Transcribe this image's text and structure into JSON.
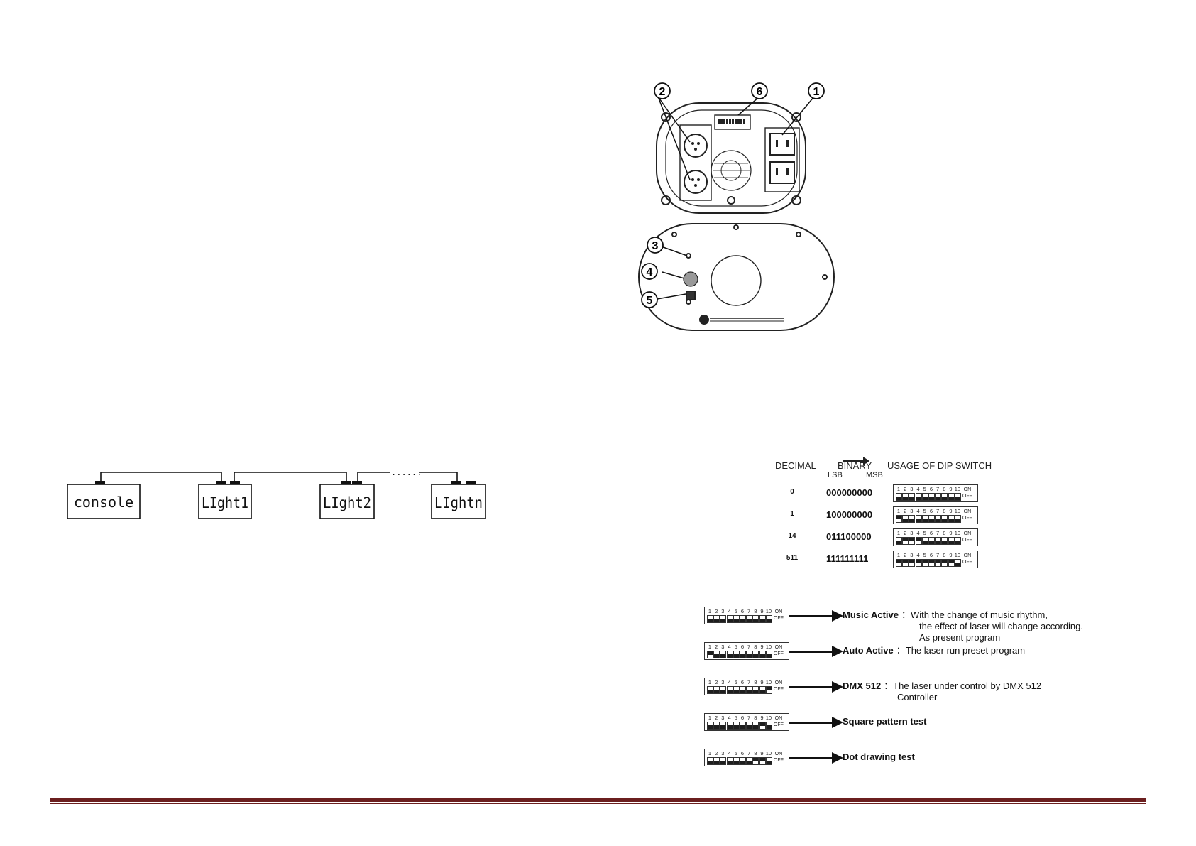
{
  "device": {
    "callouts": [
      "1",
      "2",
      "3",
      "4",
      "5",
      "6"
    ]
  },
  "daisy_chain": {
    "devices": [
      "console",
      "LIght1",
      "LIght2",
      "LIghtn"
    ],
    "gap": "......"
  },
  "dip_table": {
    "col_decimal": "DECIMAL",
    "col_binary": "BINARY",
    "col_usage": "USAGE OF DIP SWITCH",
    "lsb": "LSB",
    "msb": "MSB",
    "on_label": "ON",
    "off_label": "OFF",
    "switch_numbers": [
      "1",
      "2",
      "3",
      "4",
      "5",
      "6",
      "7",
      "8",
      "9",
      "10"
    ],
    "rows": [
      {
        "decimal": "0",
        "binary": "000000000",
        "switches": [
          0,
          0,
          0,
          0,
          0,
          0,
          0,
          0,
          0,
          0
        ]
      },
      {
        "decimal": "1",
        "binary": "100000000",
        "switches": [
          1,
          0,
          0,
          0,
          0,
          0,
          0,
          0,
          0,
          0
        ]
      },
      {
        "decimal": "14",
        "binary": "011100000",
        "switches": [
          0,
          1,
          1,
          1,
          0,
          0,
          0,
          0,
          0,
          0
        ]
      },
      {
        "decimal": "511",
        "binary": "111111111",
        "switches": [
          1,
          1,
          1,
          1,
          1,
          1,
          1,
          1,
          1,
          0
        ]
      }
    ]
  },
  "modes": [
    {
      "title": "Music  Active",
      "sep": "：",
      "desc": [
        "With the change of music rhythm,",
        "the effect of laser will change according.",
        "As present program"
      ],
      "switches": [
        0,
        0,
        0,
        0,
        0,
        0,
        0,
        0,
        0,
        0
      ]
    },
    {
      "title": "Auto Active",
      "sep": "：",
      "desc": [
        "The laser run preset program"
      ],
      "switches": [
        1,
        0,
        0,
        0,
        0,
        0,
        0,
        0,
        0,
        0
      ]
    },
    {
      "title": "DMX 512",
      "sep": "：",
      "desc": [
        "The laser  under control by  DMX 512",
        "Controller"
      ],
      "switches": [
        0,
        0,
        0,
        0,
        0,
        0,
        0,
        0,
        0,
        1
      ]
    },
    {
      "title": "Square pattern test",
      "sep": "",
      "desc": [],
      "switches": [
        0,
        0,
        0,
        0,
        0,
        0,
        0,
        0,
        1,
        0
      ]
    },
    {
      "title": "Dot drawing  test",
      "sep": "",
      "desc": [],
      "switches": [
        0,
        0,
        0,
        0,
        0,
        0,
        0,
        1,
        1,
        0
      ]
    }
  ]
}
